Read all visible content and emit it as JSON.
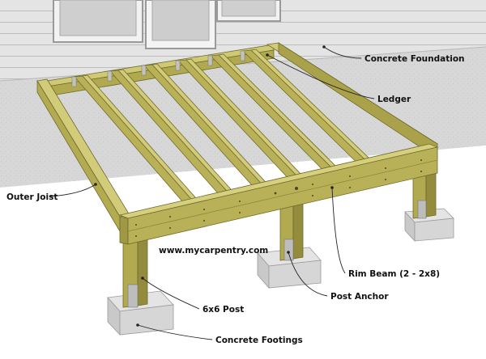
{
  "labels": {
    "concrete_foundation": "Concrete Foundation",
    "ledger": "Ledger",
    "outer_joist": "Outer Joist",
    "rim_beam": "Rim Beam (2 - 2x8)",
    "post_anchor": "Post Anchor",
    "post": "6x6 Post",
    "footings": "Concrete Footings",
    "website": "www.mycarpentry.com"
  },
  "colors": {
    "lumber": "#b9b157",
    "lumber_dark": "#8e8738",
    "lumber_light": "#cfc874",
    "siding": "#e2e2e2",
    "foundation": "#d6d6d6",
    "concrete": "#cfcfcf",
    "ground": "#ffffff",
    "anchor": "#bdbdbd"
  }
}
